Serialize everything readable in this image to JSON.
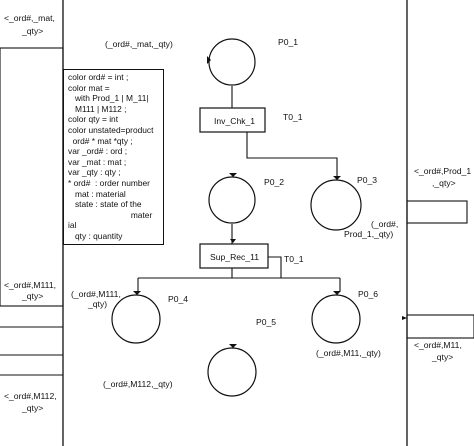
{
  "places": [
    {
      "id": "p0_1",
      "label": "P0_1",
      "marking": "(_ord#,_mat,_qty)"
    },
    {
      "id": "p0_2",
      "label": "P0_2",
      "marking": ""
    },
    {
      "id": "p0_3",
      "label": "P0_3",
      "marking": [
        "(_ord#,",
        "Prod_1,_qty)"
      ]
    },
    {
      "id": "p0_4",
      "label": "P0_4",
      "marking": [
        "(_ord#,M111,",
        "_qty)"
      ]
    },
    {
      "id": "p0_5",
      "label": "P0_5",
      "marking": "(_ord#,M112,_qty)"
    },
    {
      "id": "p0_6",
      "label": "P0_6",
      "marking": "(_ord#,M11,_qty)"
    }
  ],
  "transitions": [
    {
      "id": "t0_1a",
      "name": "Inv_Chk_1",
      "label": "T0_1"
    },
    {
      "id": "t0_1b",
      "name": "Sup_Rec_11",
      "label": "T0_1"
    }
  ],
  "ports": {
    "top_left": [
      "<_ord#,_mat,",
      "_qty>"
    ],
    "mid_left": [
      "<_ord#,M111,",
      "_qty>"
    ],
    "bottom_left": [
      "<_ord#,M112,",
      "_qty>"
    ],
    "right_upper": [
      "<_ord#,Prod_1",
      ",_qty>"
    ],
    "right_lower": [
      "<_ord#,M11,",
      "_qty>"
    ]
  },
  "declarations": [
    "color ord# = int ;",
    "color mat =",
    "   with Prod_1 | M_11|",
    "   M111 | M112 ;",
    "color qty = int",
    "color unstated=product",
    "  ord# * mat *qty ;",
    "var _ord# : ord ;",
    "var _mat : mat ;",
    "var _qty : qty ;",
    "* ord#  : order number",
    "   mat : material",
    "   state : state of the",
    "                           mater",
    "ial",
    "   qty : quantity"
  ]
}
